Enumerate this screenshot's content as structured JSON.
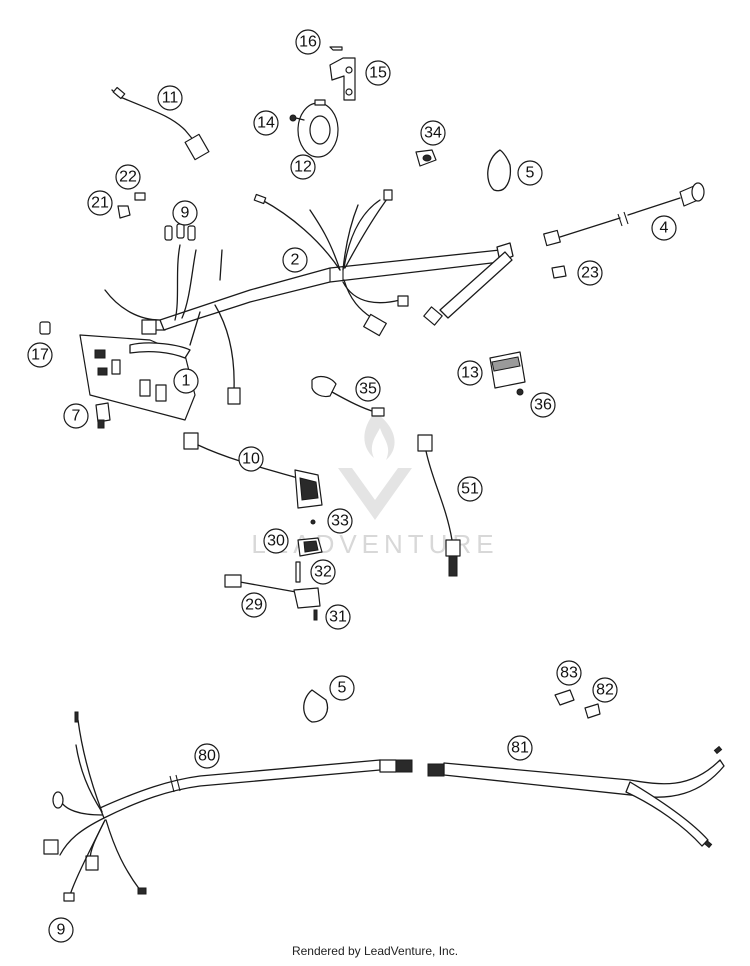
{
  "callouts": [
    {
      "label": "16"
    },
    {
      "label": "15"
    },
    {
      "label": "11"
    },
    {
      "label": "14"
    },
    {
      "label": "12"
    },
    {
      "label": "34"
    },
    {
      "label": "5"
    },
    {
      "label": "22"
    },
    {
      "label": "21"
    },
    {
      "label": "9"
    },
    {
      "label": "2"
    },
    {
      "label": "4"
    },
    {
      "label": "23"
    },
    {
      "label": "17"
    },
    {
      "label": "1"
    },
    {
      "label": "13"
    },
    {
      "label": "35"
    },
    {
      "label": "36"
    },
    {
      "label": "7"
    },
    {
      "label": "10"
    },
    {
      "label": "51"
    },
    {
      "label": "33"
    },
    {
      "label": "30"
    },
    {
      "label": "32"
    },
    {
      "label": "29"
    },
    {
      "label": "31"
    },
    {
      "label": "5"
    },
    {
      "label": "83"
    },
    {
      "label": "82"
    },
    {
      "label": "80"
    },
    {
      "label": "81"
    },
    {
      "label": "9"
    }
  ],
  "watermark": {
    "text": "LEADVENTURE"
  },
  "footer": {
    "text": "Rendered by LeadVenture, Inc."
  }
}
